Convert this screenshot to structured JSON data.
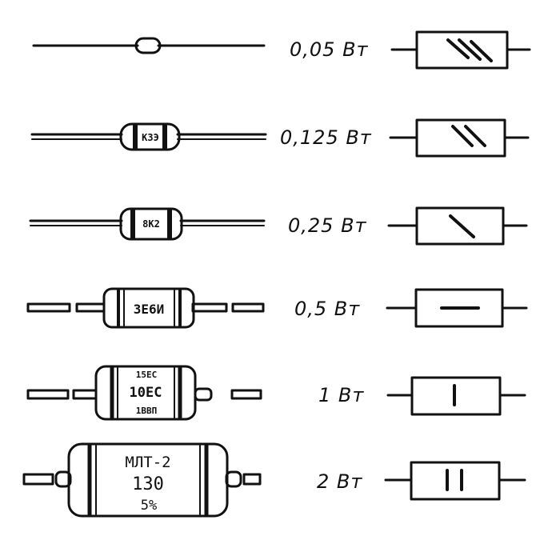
{
  "rows": [
    {
      "power": "0,05 Вт",
      "marking": [],
      "symbol": "diag-3"
    },
    {
      "power": "0,125 Вт",
      "marking": [
        "К3Э"
      ],
      "symbol": "diag-2"
    },
    {
      "power": "0,25 Вт",
      "marking": [
        "8К2"
      ],
      "symbol": "diag-1"
    },
    {
      "power": "0,5 Вт",
      "marking": [
        "3Е6И"
      ],
      "symbol": "horizontal"
    },
    {
      "power": "1 Вт",
      "marking": [
        "15ЕС",
        "10ЕС",
        "1ВВП"
      ],
      "symbol": "vertical-1"
    },
    {
      "power": "2 Вт",
      "marking": [
        "МЛТ-2",
        "130",
        "5%"
      ],
      "symbol": "vertical-2"
    }
  ]
}
